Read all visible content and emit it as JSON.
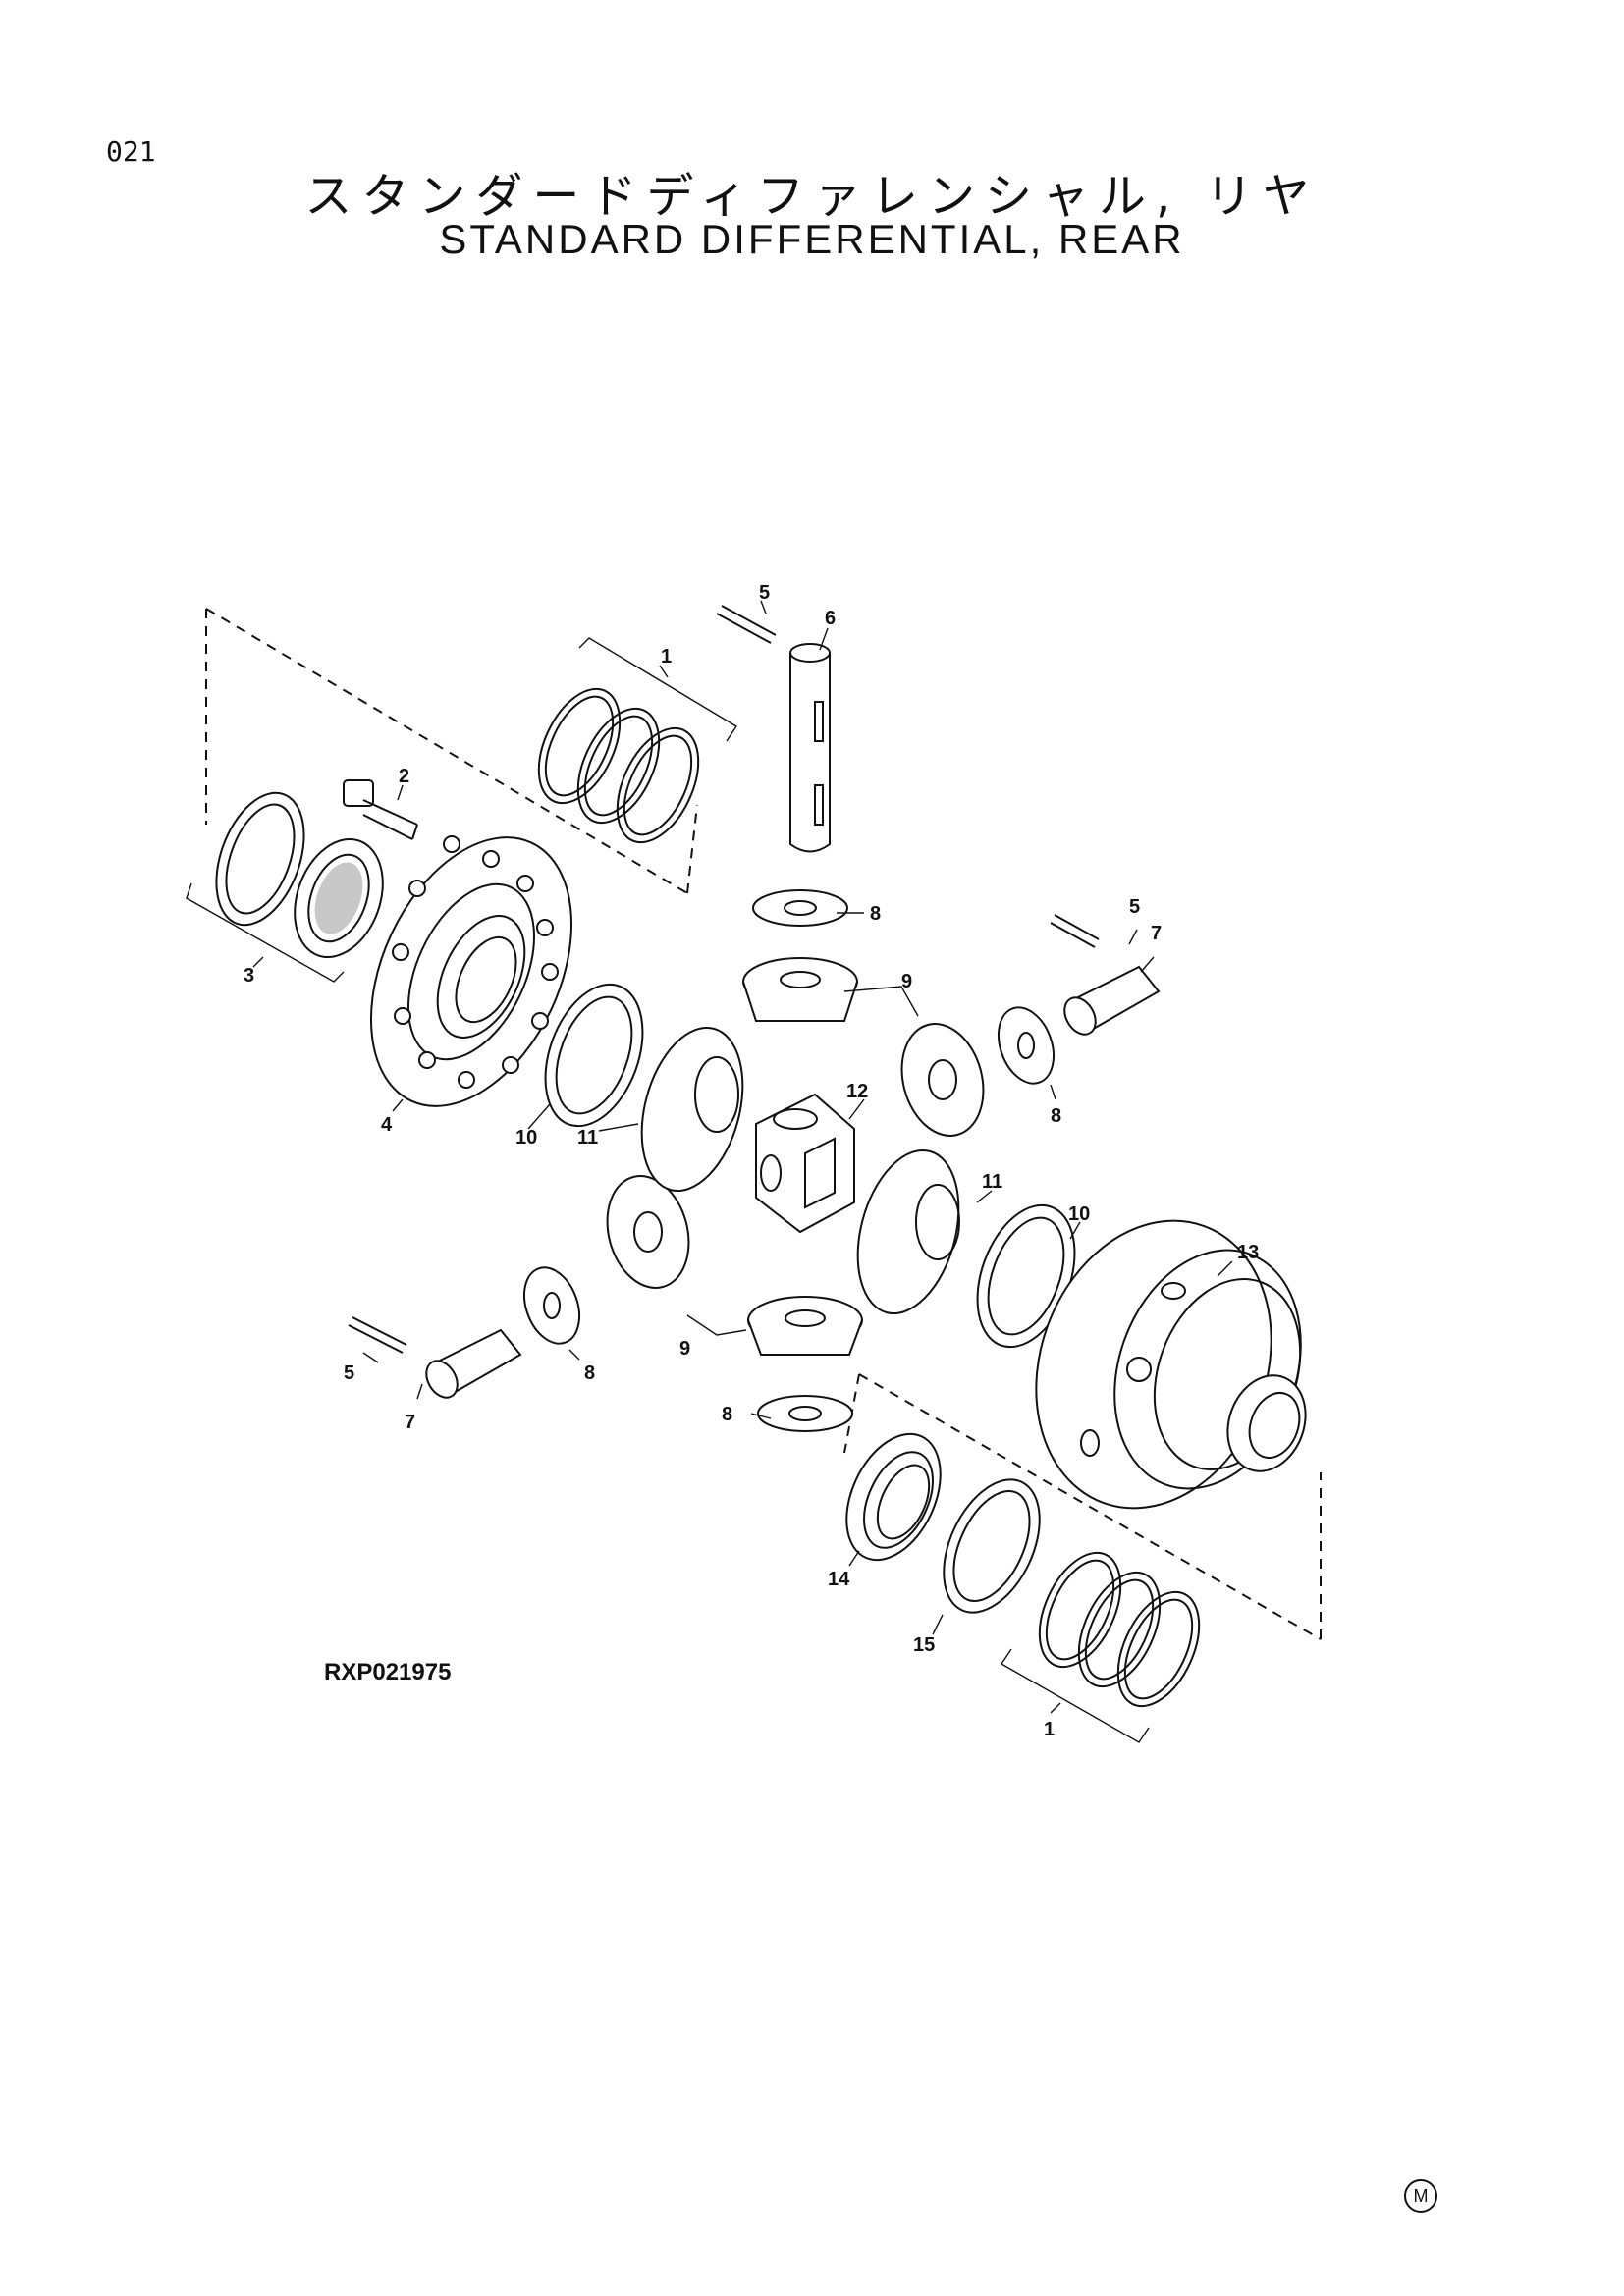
{
  "page": {
    "number": "021",
    "title_jp": "スタンダードディファレンシャル, リヤ",
    "title_en": "STANDARD DIFFERENTIAL, REAR"
  },
  "drawing_code": "RXP021975",
  "corner_mark": "M",
  "callouts": {
    "c1a": "1",
    "c1b": "1",
    "c2": "2",
    "c3": "3",
    "c4": "4",
    "c5a": "5",
    "c5b": "5",
    "c5c": "5",
    "c6": "6",
    "c7a": "7",
    "c7b": "7",
    "c8a": "8",
    "c8b": "8",
    "c8c": "8",
    "c8d": "8",
    "c9a": "9",
    "c9b": "9",
    "c10a": "10",
    "c10b": "10",
    "c11a": "11",
    "c11b": "11",
    "c12": "12",
    "c13": "13",
    "c14": "14",
    "c15": "15"
  }
}
